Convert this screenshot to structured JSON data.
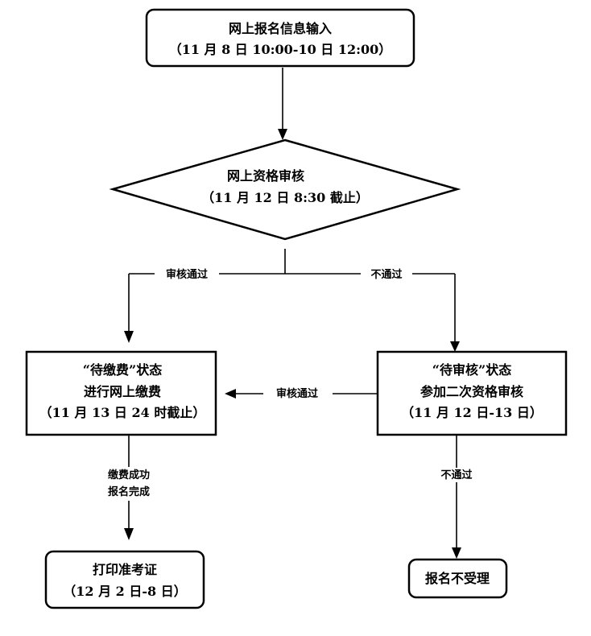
{
  "nodes": {
    "online_input": {
      "line1": "网上报名信息输入",
      "line2": "（11 月 8 日 10:00-10 日 12:00）"
    },
    "online_review": {
      "line1": "网上资格审核",
      "line2": "（11 月 12 日 8:30 截止）"
    },
    "pending_payment": {
      "line1": "“待缴费”状态",
      "line2": "进行网上缴费",
      "line3": "（11 月 13 日 24 时截止）"
    },
    "pending_review": {
      "line1": "“待审核”状态",
      "line2": "参加二次资格审核",
      "line3": "（11 月 12 日-13 日）"
    },
    "print_ticket": {
      "line1": "打印准考证",
      "line2": "（12 月 2 日-8 日）"
    },
    "rejected": {
      "line1": "报名不受理"
    }
  },
  "edges": {
    "review_pass": "审核通过",
    "review_fail": "不通过",
    "second_review_pass": "审核通过",
    "payment_success_line1": "缴费成功",
    "payment_success_line2": "报名完成",
    "second_review_fail": "不通过"
  }
}
